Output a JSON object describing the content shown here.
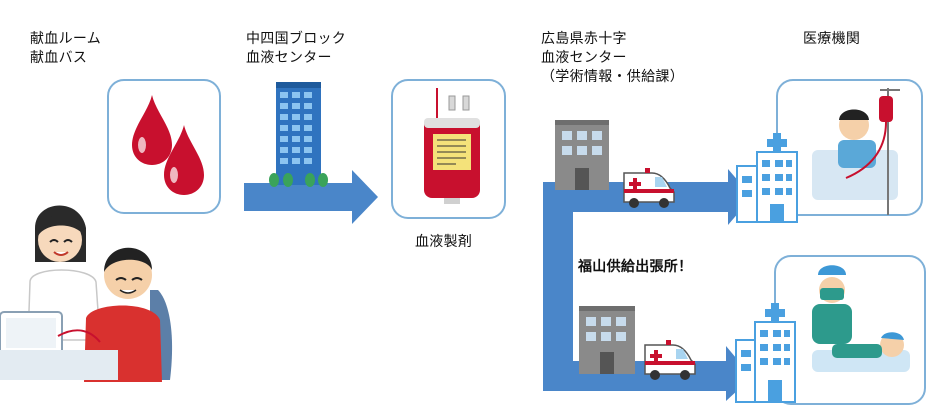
{
  "labels": {
    "donation_room": "献血ルーム\n献血バス",
    "block_center": "中四国ブロック\n血液センター",
    "hiroshima_center": "広島県赤十字\n血液センター\n（学術情報・供給課）",
    "medical_institution": "医療機関",
    "blood_product": "血液製剤",
    "fukuyama_branch": "福山供給出張所！"
  },
  "colors": {
    "arrow": "#4a86c9",
    "frame": "#7eb0d8",
    "blood": "#c8102e",
    "building_blue": "#3e86cf",
    "building_gray": "#8a8a8a",
    "hospital_blue": "#4aa0e0"
  },
  "icons": [
    "blood-drop-icon",
    "office-building-icon",
    "blood-bag-icon",
    "gray-building-icon",
    "ambulance-icon",
    "hospital-icon",
    "patient-icon",
    "surgeon-icon",
    "nurse-icon",
    "donor-icon"
  ]
}
